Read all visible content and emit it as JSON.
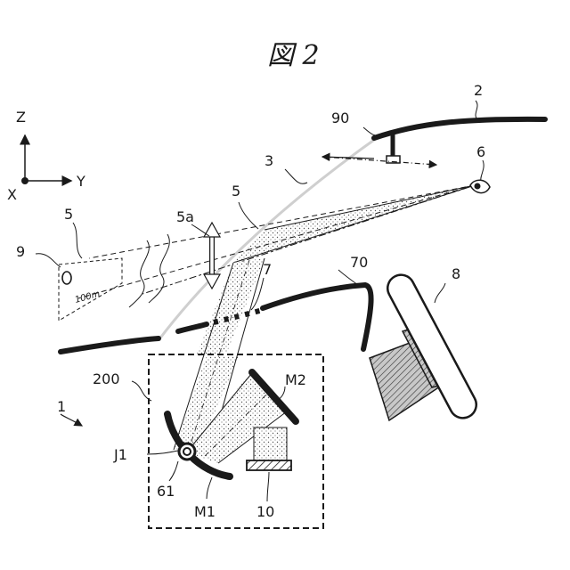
{
  "figure": {
    "title": "図 2",
    "labels": {
      "windshield": "2",
      "mirror": "90",
      "glass": "3",
      "eye": "6",
      "ray_upper": "5",
      "ray_mid": "5",
      "image_plane_shift": "5a",
      "virtual_image": "5",
      "sign": "9",
      "dash": "70",
      "beam": "7",
      "steering": "8",
      "unit": "200",
      "m2": "M2",
      "j1": "J1",
      "system": "1",
      "pivot": "61",
      "m1": "M1",
      "display": "10"
    },
    "axes": {
      "z": "Z",
      "y": "Y",
      "x": "X"
    },
    "distance_text": "100m"
  }
}
